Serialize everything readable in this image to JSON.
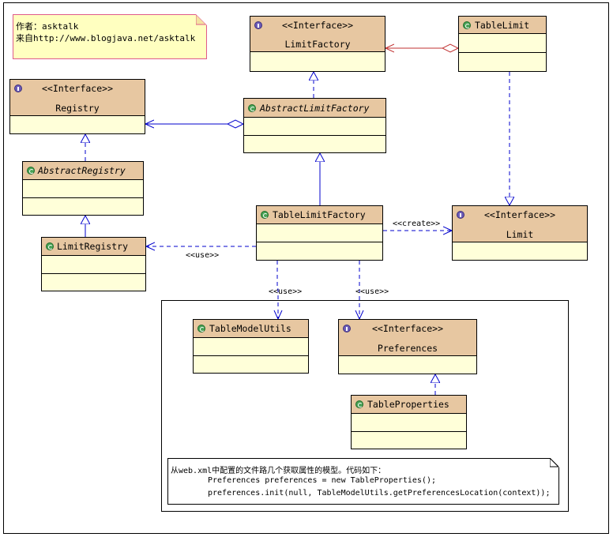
{
  "author_note": {
    "line1": "作者：asktalk",
    "line2": "来自http://www.blogjava.net/asktalk"
  },
  "classes": {
    "limit_factory": {
      "stereotype": "<<Interface>>",
      "name": "LimitFactory",
      "icon": "interface-icon"
    },
    "table_limit": {
      "name": "TableLimit",
      "icon": "class-icon"
    },
    "registry": {
      "stereotype": "<<Interface>>",
      "name": "Registry",
      "icon": "interface-icon"
    },
    "abstract_limit_factory": {
      "name": "AbstractLimitFactory",
      "icon": "class-icon"
    },
    "abstract_registry": {
      "name": "AbstractRegistry",
      "icon": "class-icon"
    },
    "table_limit_factory": {
      "name": "TableLimitFactory",
      "icon": "class-icon"
    },
    "limit": {
      "stereotype": "<<Interface>>",
      "name": "Limit",
      "icon": "interface-icon"
    },
    "limit_registry": {
      "name": "LimitRegistry",
      "icon": "class-icon"
    },
    "table_model_utils": {
      "name": "TableModelUtils",
      "icon": "class-icon"
    },
    "preferences": {
      "stereotype": "<<Interface>>",
      "name": "Preferences",
      "icon": "interface-icon"
    },
    "table_properties": {
      "name": "TableProperties",
      "icon": "class-icon"
    }
  },
  "relation_labels": {
    "create": "<<create>>",
    "use_registry": "<<use>>",
    "use_model_utils": "<<use>>",
    "use_preferences": "<<use>>"
  },
  "code_note": {
    "line1": "从web.xml中配置的文件路几个获取属性的模型。代码如下：",
    "line2": "Preferences preferences = new TableProperties();",
    "line3": "preferences.init(null, TableModelUtils.getPreferencesLocation(context));"
  },
  "colors": {
    "class_header": "#e7c7a1",
    "class_body": "#ffffd9",
    "note_fill": "#ffffc0",
    "note_border": "#e05a8a",
    "generalization_line": "#0000cc",
    "aggregation_line_red": "#c03030",
    "aggregation_line_blue": "#0000cc"
  }
}
